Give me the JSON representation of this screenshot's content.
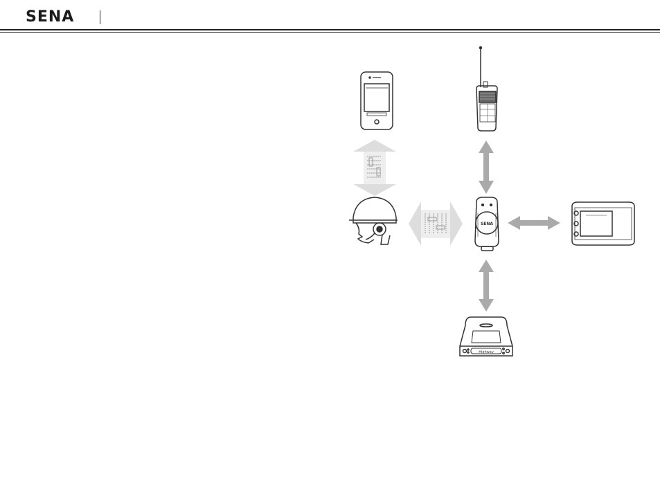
{
  "header": {
    "brand": "SENA"
  },
  "diagram": {
    "hub_logo": "SENA",
    "gps_screen_label": "Highway",
    "colors": {
      "arrow": "#aaaaaa",
      "outline": "#333333",
      "wireless": "#dddddd"
    },
    "devices": [
      "smartphone",
      "two-way-radio",
      "helmet-headset",
      "bluetooth-hub",
      "gps-navigator",
      "radar-detector"
    ]
  }
}
